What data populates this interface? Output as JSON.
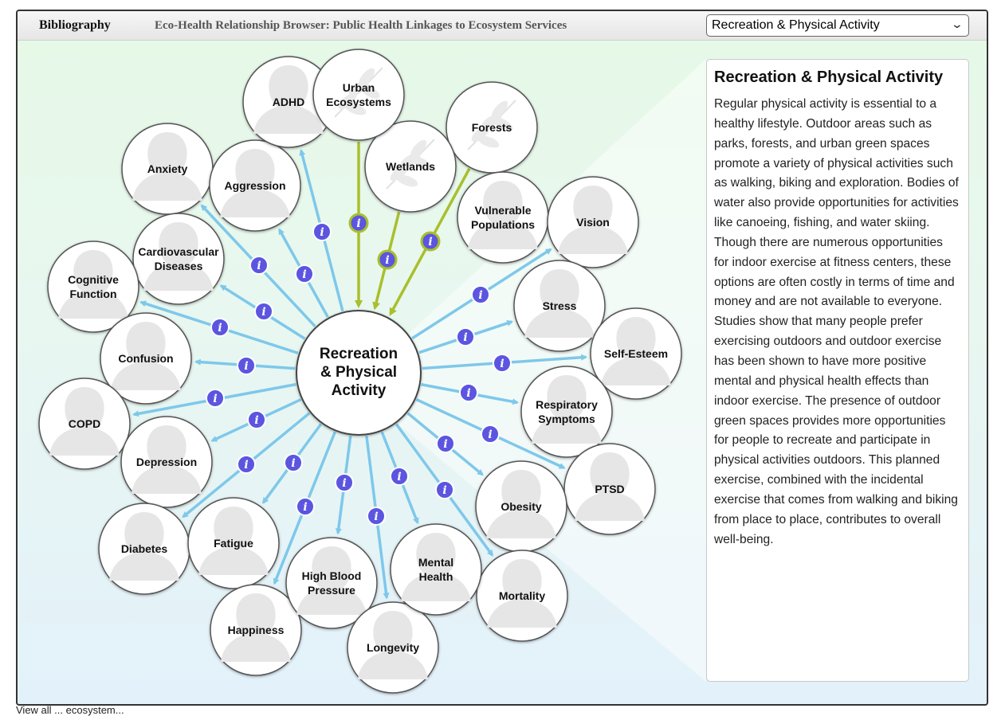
{
  "header": {
    "bibliography_link": "Bibliography",
    "app_title": "Eco-Health Relationship Browser: Public Health Linkages to Ecosystem Services",
    "topic_select_value": "Recreation & Physical Activity"
  },
  "diagram": {
    "center": {
      "lines": [
        "Recreation",
        "& Physical",
        "Activity"
      ]
    },
    "info_badge_text": "i",
    "ecosystems": [
      {
        "id": "urban-ecosystems",
        "lines": [
          "Urban",
          "Ecosystems"
        ]
      },
      {
        "id": "wetlands",
        "lines": [
          "Wetlands"
        ]
      },
      {
        "id": "forests",
        "lines": [
          "Forests"
        ]
      }
    ],
    "outcomes": [
      {
        "id": "adhd",
        "lines": [
          "ADHD"
        ]
      },
      {
        "id": "anxiety",
        "lines": [
          "Anxiety"
        ]
      },
      {
        "id": "aggression",
        "lines": [
          "Aggression"
        ]
      },
      {
        "id": "cardiovascular-diseases",
        "lines": [
          "Cardiovascular",
          "Diseases"
        ]
      },
      {
        "id": "cognitive-function",
        "lines": [
          "Cognitive",
          "Function"
        ]
      },
      {
        "id": "confusion",
        "lines": [
          "Confusion"
        ]
      },
      {
        "id": "copd",
        "lines": [
          "COPD"
        ]
      },
      {
        "id": "depression",
        "lines": [
          "Depression"
        ]
      },
      {
        "id": "diabetes",
        "lines": [
          "Diabetes"
        ]
      },
      {
        "id": "fatigue",
        "lines": [
          "Fatigue"
        ]
      },
      {
        "id": "happiness",
        "lines": [
          "Happiness"
        ]
      },
      {
        "id": "high-blood-pressure",
        "lines": [
          "High Blood",
          "Pressure"
        ]
      },
      {
        "id": "longevity",
        "lines": [
          "Longevity"
        ]
      },
      {
        "id": "mental-health",
        "lines": [
          "Mental",
          "Health"
        ]
      },
      {
        "id": "mortality",
        "lines": [
          "Mortality"
        ]
      },
      {
        "id": "obesity",
        "lines": [
          "Obesity"
        ]
      },
      {
        "id": "ptsd",
        "lines": [
          "PTSD"
        ]
      },
      {
        "id": "respiratory-symptoms",
        "lines": [
          "Respiratory",
          "Symptoms"
        ]
      },
      {
        "id": "self-esteem",
        "lines": [
          "Self-Esteem"
        ]
      },
      {
        "id": "stress",
        "lines": [
          "Stress"
        ]
      },
      {
        "id": "vision",
        "lines": [
          "Vision"
        ]
      },
      {
        "id": "vulnerable-populations",
        "lines": [
          "Vulnerable",
          "Populations"
        ]
      }
    ]
  },
  "panel": {
    "title": "Recreation & Physical Activity",
    "body": "Regular physical activity is essential to a healthy lifestyle. Outdoor areas such as parks, forests, and urban green spaces promote a variety of physical activities such as walking, biking and exploration. Bodies of water also provide opportunities for activities like canoeing, fishing, and water skiing. Though there are numerous opportunities for indoor exercise at fitness centers, these options are often costly in terms of time and money and are not available to everyone. Studies show that many people prefer exercising outdoors and outdoor exercise has been shown to have more positive mental and physical health effects than indoor exercise. The presence of outdoor green spaces provides more opportunities for people to recreate and participate in physical activities outdoors. This planned exercise, combined with the incidental exercise that comes from walking and biking from place to place, contributes to overall well-being."
  },
  "footer": {
    "note": "View all ... ecosystem..."
  },
  "colors": {
    "outcome_arrow": "#7ec8ea",
    "ecosystem_arrow": "#a9bf2c",
    "info_badge": "#5b55e0",
    "eco_badge_ring": "#a9bf2c",
    "node_fill": "#ffffff",
    "silhouette": "#e6e6e6"
  }
}
